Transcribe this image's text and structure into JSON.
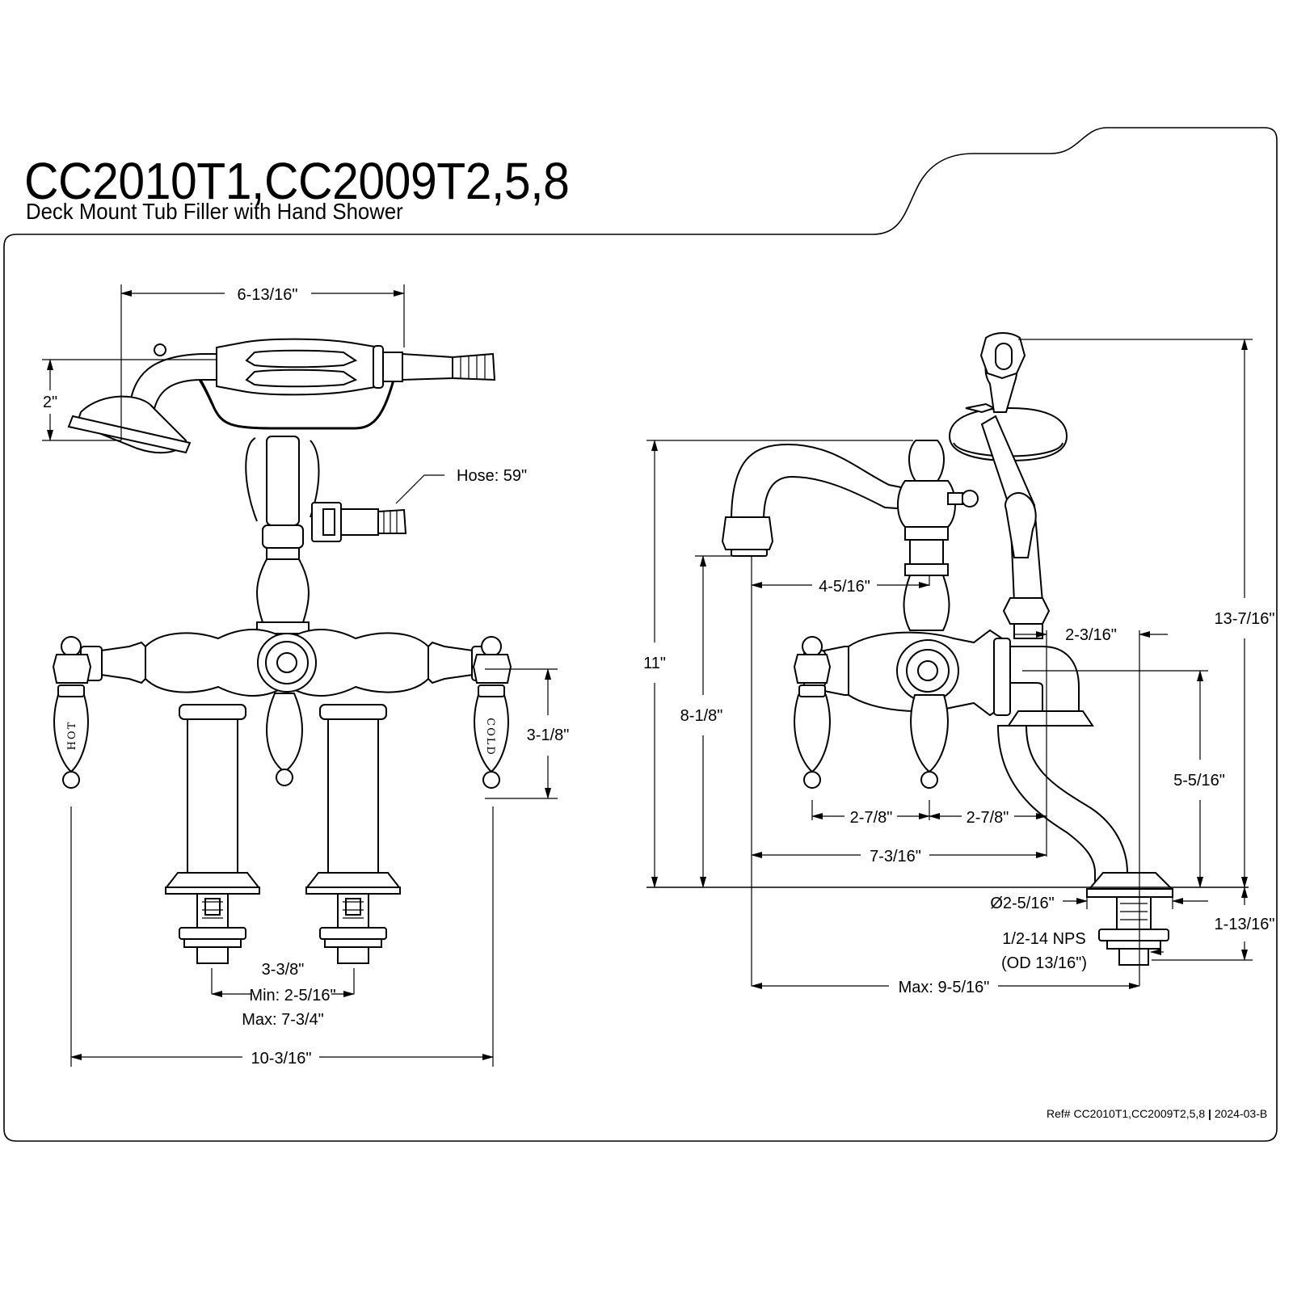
{
  "header": {
    "title": "CC2010T1,CC2009T2,5,8",
    "subtitle": "Deck Mount Tub Filler with Hand Shower"
  },
  "front_view": {
    "dims": {
      "width_top": "6-13/16\"",
      "handshower_height": "2\"",
      "hose": "Hose: 59\"",
      "handle_height": "3-1/8\"",
      "spacing": "3-3/8\"",
      "spacing_min": "Min: 2-5/16\"",
      "spacing_max": "Max: 7-3/4\"",
      "overall_width": "10-3/16\""
    },
    "handle_labels": {
      "hot": "HOT",
      "cold": "COLD"
    }
  },
  "side_view": {
    "dims": {
      "spout_reach": "4-5/16\"",
      "height_11": "11\"",
      "spout_height": "8-1/8\"",
      "riser_offset": "2-3/16\"",
      "overall_height": "13-7/16\"",
      "riser_height": "5-5/16\"",
      "handle_spacing_left": "2-7/8\"",
      "handle_spacing_right": "2-7/8\"",
      "base_reach": "7-3/16\"",
      "base_diameter": "Ø2-5/16\"",
      "shank_length": "1-13/16\"",
      "thread_spec": "1/2-14 NPS",
      "thread_od": "(OD 13/16\")",
      "max_reach": "Max: 9-5/16\""
    }
  },
  "footer": {
    "ref": "Ref# CC2010T1,CC2009T2,5,8",
    "separator": "|",
    "revision": "2024-03-B"
  }
}
